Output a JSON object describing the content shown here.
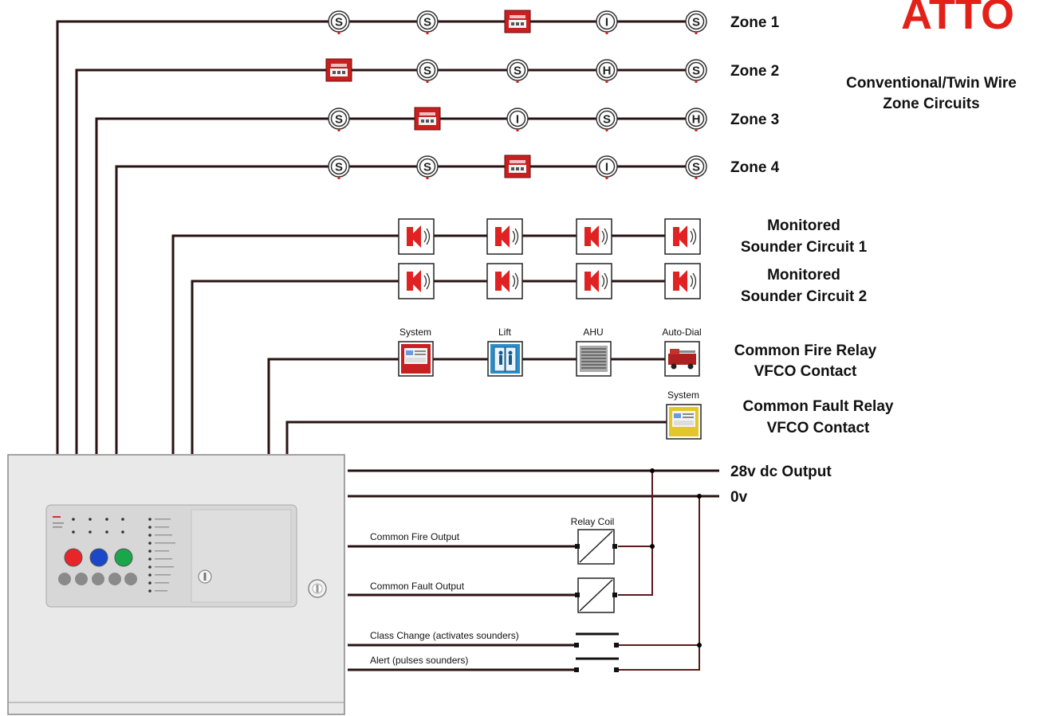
{
  "logo": {
    "text": "ATTO",
    "color": "#e32119"
  },
  "zones": [
    {
      "label": "Zone 1",
      "devices": [
        "S",
        "S",
        "FIRE",
        "I",
        "S"
      ]
    },
    {
      "label": "Zone 2",
      "devices": [
        "FIRE",
        "S",
        "S",
        "H",
        "S"
      ]
    },
    {
      "label": "Zone 3",
      "devices": [
        "S",
        "FIRE",
        "I",
        "S",
        "H"
      ]
    },
    {
      "label": "Zone 4",
      "devices": [
        "S",
        "S",
        "FIRE",
        "I",
        "S"
      ]
    }
  ],
  "zone_title": {
    "line1": "Conventional/Twin Wire",
    "line2": "Zone Circuits"
  },
  "sounder_circuits": [
    {
      "line1": "Monitored",
      "line2": "Sounder Circuit 1"
    },
    {
      "line1": "Monitored",
      "line2": "Sounder Circuit 2"
    }
  ],
  "fire_relay": {
    "line1": "Common Fire Relay",
    "line2": "VFCO Contact",
    "devices": [
      "System",
      "Lift",
      "AHU",
      "Auto-Dial"
    ]
  },
  "fault_relay": {
    "line1": "Common Fault Relay",
    "line2": "VFCO Contact",
    "device": "System"
  },
  "outputs": {
    "dc": "28v dc Output",
    "zero": "0v"
  },
  "relay_coil": "Relay Coil",
  "lines": {
    "fire_output": "Common Fire Output",
    "fault_output": "Common Fault Output",
    "class_change": "Class Change (activates sounders)",
    "alert": "Alert (pulses sounders)"
  },
  "panel_buttons": [
    {
      "color": "#e8262a"
    },
    {
      "color": "#1a48c8"
    },
    {
      "color": "#1aa64a"
    }
  ],
  "colors": {
    "wire": "#2a1212",
    "device_red": "#c82020",
    "panel": "#ececec"
  }
}
